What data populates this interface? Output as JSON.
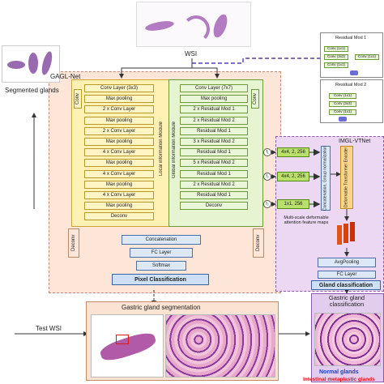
{
  "wsi_label": "WSI",
  "segmented_label": "Segmented glands",
  "test_wsi_label": "Test WSI",
  "gagl": {
    "title": "GAGL-Net",
    "local_branch": {
      "side_label": "Conv",
      "module_label": "Local information Module",
      "layers": [
        "Conv Layer (3x3)",
        "Max pooling",
        "2 x Conv Layer",
        "Max pooling",
        "2 x Conv Layer",
        "Max pooling",
        "4 x Conv Layer",
        "Max pooling",
        "4 x Conv Layer",
        "Max pooling",
        "4 x Conv Layer",
        "Max pooling",
        "Deconv"
      ]
    },
    "global_branch": {
      "side_label": "Conv",
      "module_label": "Global information Module",
      "layers": [
        "Conv Layer (7x7)",
        "Max pooling",
        "2 x Residual Mod 1",
        "2 x Residual Mod 2",
        "Residual Mod 1",
        "3 x Residual Mod 2",
        "Residual Mod 1",
        "5 x Residual Mod 2",
        "Residual Mod 1",
        "2 x Residual Mod 2",
        "Residual Mod 1",
        "Deconv"
      ]
    },
    "left_deconv": "Deconv",
    "right_deconv": "Deconv",
    "fusion": [
      "Concatenation",
      "FC Layer",
      "Softmax"
    ],
    "pixel_classification": "Pixel Classification"
  },
  "residual_legend": {
    "mod1": {
      "title": "Residual Mod 1",
      "blocks": [
        "Conv (1x1)",
        "Conv (3x3)",
        "Conv (1x1)",
        "Conv (1x1)"
      ]
    },
    "mod2": {
      "title": "Residual Mod 2",
      "blocks": [
        "Conv (1x1)",
        "Conv (3x3)",
        "Conv (1x1)"
      ]
    }
  },
  "imgl": {
    "title": "IMGL-VTNet",
    "feature_labels": [
      "f₁",
      "f₂",
      "f₃"
    ],
    "features": [
      "4x4, 2, 256",
      "4x4, 2, 256",
      "1x1, 256"
    ],
    "concat_label": "Concatenation, Group normalization",
    "transformer_label": "Deformable Transformer Encoder",
    "attention_caption": "Multi-scale deformable attention feature maps",
    "head": [
      "AvgPooling",
      "FC Layer"
    ],
    "gland_classification": "Gland classification"
  },
  "bottom": {
    "segmentation_title": "Gastric gland segmentation",
    "classification_title": "Gastric gland classification",
    "normal_label": "Normal glands",
    "metaplastic_label": "Intestinal metaplastic glands"
  },
  "colors": {
    "gagl_bg": "#fde5d8",
    "imgl_bg": "#ecd8f3",
    "yellow_branch": "#fff1b3",
    "green_branch": "#e6f4d2",
    "blue_box": "#dce8f7",
    "normal_text": "#1a3ec9",
    "metaplastic_text": "#e0101a"
  }
}
